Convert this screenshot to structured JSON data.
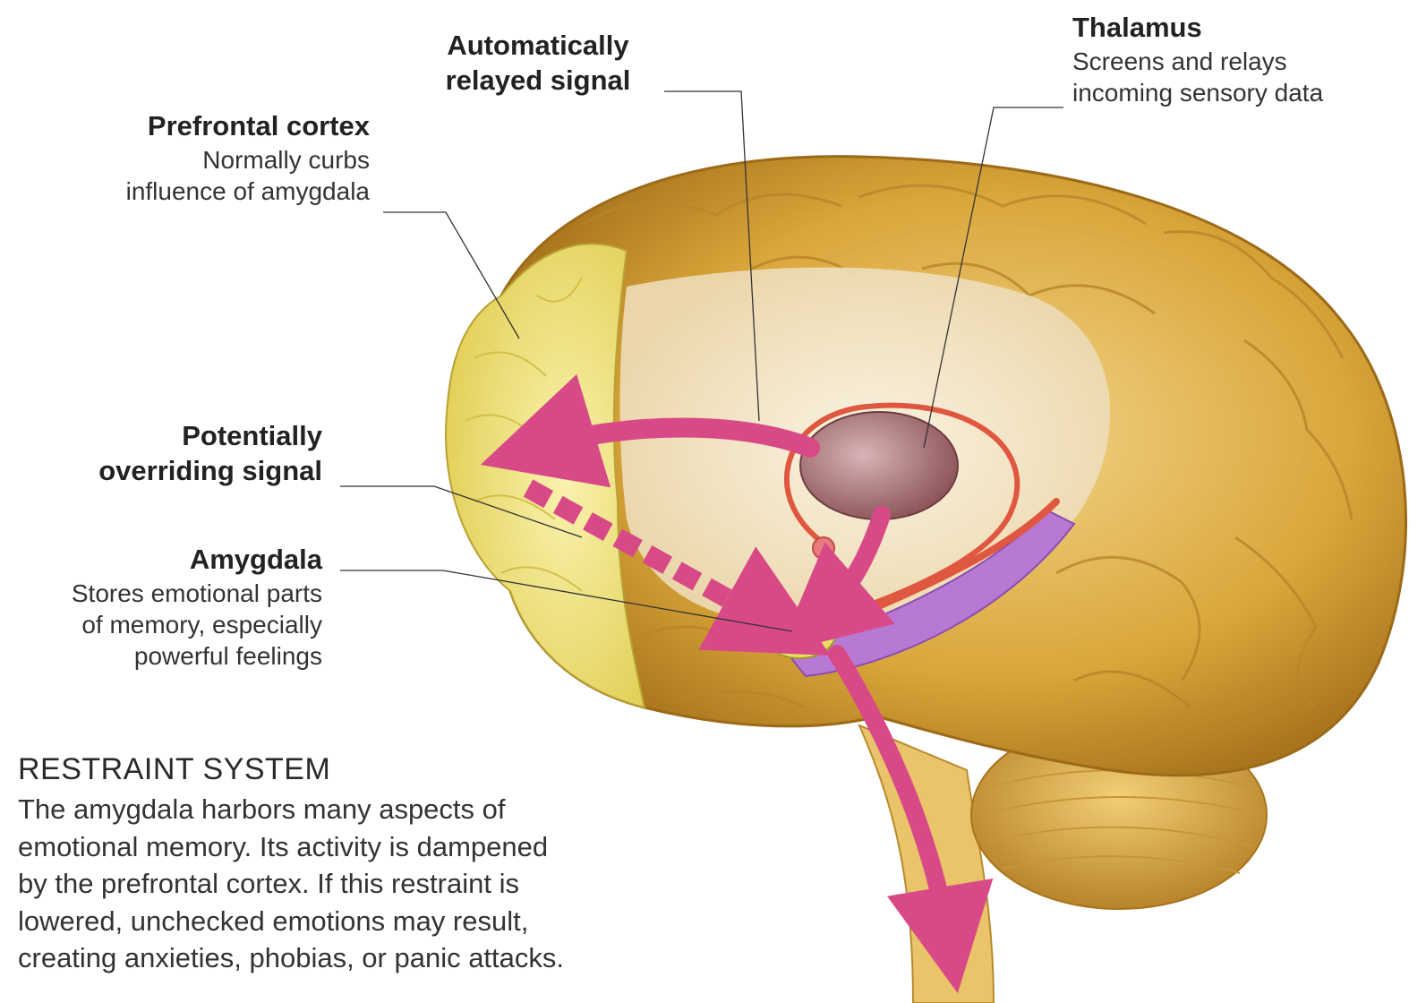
{
  "labels": {
    "automatically_relayed": {
      "title_line1": "Automatically",
      "title_line2": "relayed signal"
    },
    "thalamus": {
      "title": "Thalamus",
      "desc_line1": "Screens and relays",
      "desc_line2": "incoming sensory data"
    },
    "prefrontal": {
      "title": "Prefrontal cortex",
      "desc_line1": "Normally curbs",
      "desc_line2": "influence of amygdala"
    },
    "potentially_overriding": {
      "title_line1": "Potentially",
      "title_line2": "overriding signal"
    },
    "amygdala": {
      "title": "Amygdala",
      "desc_line1": "Stores emotional parts",
      "desc_line2": "of memory, especially",
      "desc_line3": "powerful feelings"
    }
  },
  "restraint": {
    "heading": "RESTRAINT SYSTEM",
    "lines": [
      "The amygdala harbors many aspects of",
      "emotional memory. Its activity is dampened",
      "by the prefrontal cortex. If this restraint is",
      "lowered, unchecked emotions may result,",
      "creating anxieties, phobias, or panic attacks."
    ]
  },
  "colors": {
    "brain": "#d9a63a",
    "brain_dark": "#a8741c",
    "prefrontal": "#efe27a",
    "interior": "#f6ecd6",
    "signal": "#d84a87",
    "thalamus": "#9e6a70",
    "hippocampus": "#b779d4",
    "fornix": "#e0573f",
    "amygdala": "#e8e060"
  }
}
